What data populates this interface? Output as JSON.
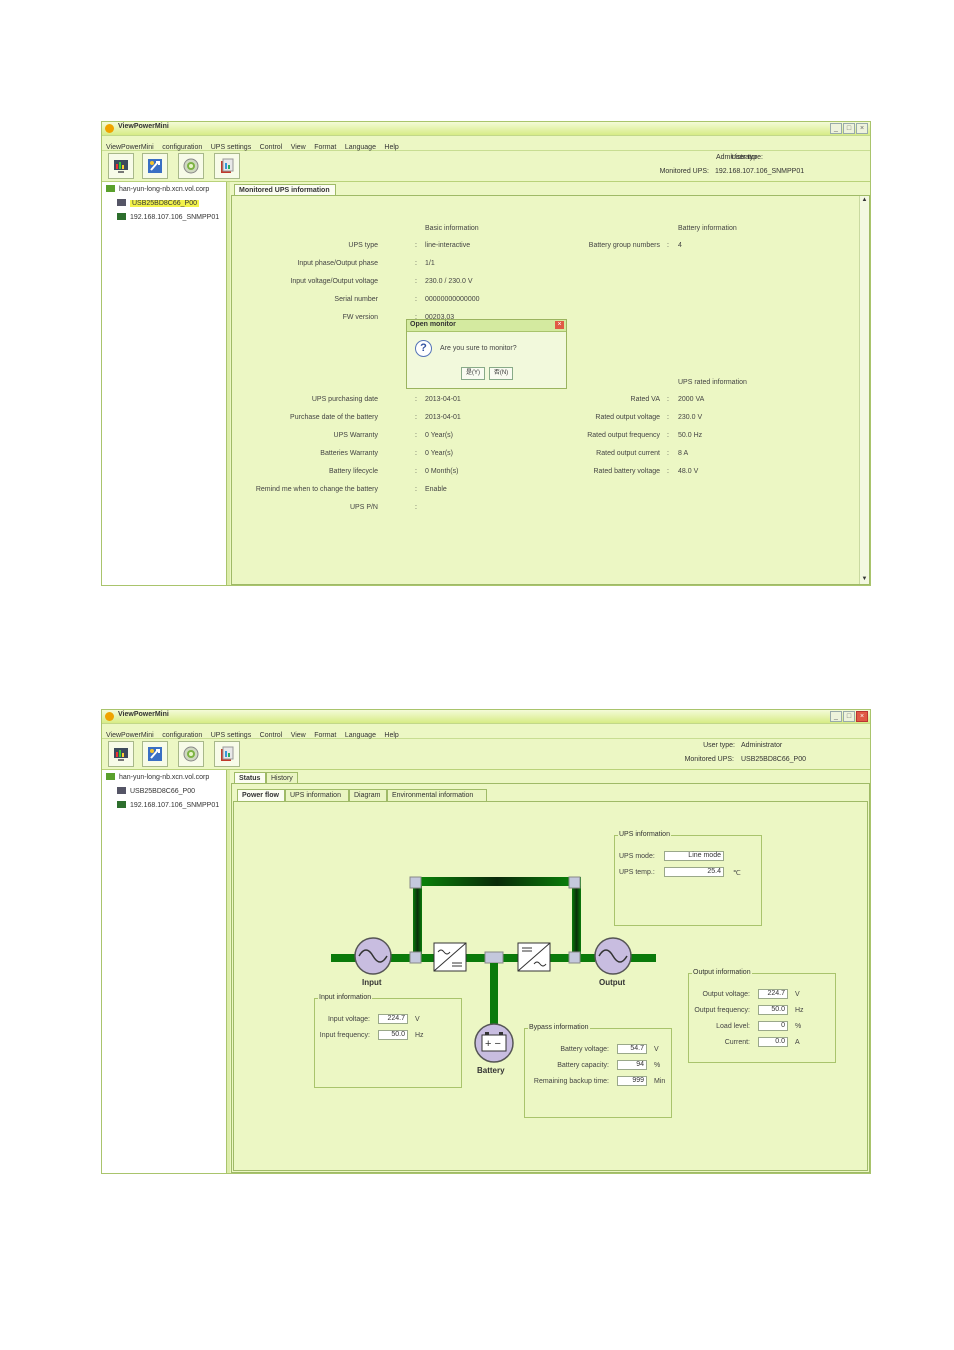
{
  "window": {
    "title": "ViewPowerMini",
    "menu": [
      "ViewPowerMini",
      "configuration",
      "UPS settings",
      "Control",
      "View",
      "Format",
      "Language",
      "Help"
    ]
  },
  "toolbar_icons": [
    "monitor-icon",
    "settings-icon",
    "control-icon",
    "data-icon"
  ],
  "screen1": {
    "user_type_label": "User type:",
    "user_type_value": "Administrator",
    "monitored_label": "Monitored UPS:",
    "monitored_value": "192.168.107.106_SNMPP01",
    "tree": {
      "host": "han-yun-long-nb.xcn.vol.corp",
      "items": [
        "USB25BD8C66_P00",
        "192.168.107.106_SNMPP01"
      ]
    },
    "tab": "Monitored UPS information",
    "basic_heading": "Basic information",
    "battery_heading": "Battery information",
    "rated_heading": "UPS rated information",
    "basic_rows": [
      {
        "label": "UPS type",
        "value": "line-interactive"
      },
      {
        "label": "Input phase/Output phase",
        "value": "1/1"
      },
      {
        "label": "Input voltage/Output voltage",
        "value": "230.0 / 230.0  V"
      },
      {
        "label": "Serial number",
        "value": "00000000000000"
      },
      {
        "label": "FW version",
        "value": "00203.03"
      }
    ],
    "purchase_rows": [
      {
        "label": "UPS purchasing date",
        "value": "2013-04-01"
      },
      {
        "label": "Purchase date of the battery",
        "value": "2013-04-01"
      },
      {
        "label": "UPS Warranty",
        "value": "0  Year(s)"
      },
      {
        "label": "Batteries Warranty",
        "value": "0  Year(s)"
      },
      {
        "label": "Battery lifecycle",
        "value": "0  Month(s)"
      },
      {
        "label": "Remind me when to change the battery",
        "value": "Enable"
      },
      {
        "label": "UPS P/N",
        "value": ""
      }
    ],
    "battery_rows": [
      {
        "label": "Battery group numbers",
        "value": "4"
      }
    ],
    "rated_rows": [
      {
        "label": "Rated VA",
        "value": "2000  VA"
      },
      {
        "label": "Rated output voltage",
        "value": "230.0  V"
      },
      {
        "label": "Rated output frequency",
        "value": "50.0  Hz"
      },
      {
        "label": "Rated output current",
        "value": "8  A"
      },
      {
        "label": "Rated battery voltage",
        "value": "48.0  V"
      }
    ],
    "dialog": {
      "title": "Open monitor",
      "message": "Are you sure to monitor?",
      "yes": "是(Y)",
      "no": "否(N)"
    }
  },
  "screen2": {
    "user_type_label": "User type:",
    "user_type_value": "Administrator",
    "monitored_label": "Monitored UPS:",
    "monitored_value": "USB25BD8C66_P00",
    "tree": {
      "host": "han-yun-long-nb.xcn.vol.corp",
      "items": [
        "USB25BD8C66_P00",
        "192.168.107.106_SNMPP01"
      ]
    },
    "top_tabs": [
      "Status",
      "History"
    ],
    "sub_tabs": [
      "Power flow",
      "UPS information",
      "Diagram",
      "Environmental information"
    ],
    "diagram": {
      "input": "Input",
      "output": "Output",
      "battery": "Battery"
    },
    "ups_info": {
      "title": "UPS information",
      "mode_label": "UPS mode:",
      "mode_value": "Line mode",
      "temp_label": "UPS temp.:",
      "temp_value": "25.4",
      "temp_unit": "℃"
    },
    "input_info": {
      "title": "Input information",
      "rows": [
        {
          "label": "Input voltage:",
          "value": "224.7",
          "unit": "V"
        },
        {
          "label": "Input frequency:",
          "value": "50.0",
          "unit": "Hz"
        }
      ]
    },
    "bypass_info": {
      "title": "Bypass information",
      "rows": [
        {
          "label": "Battery voltage:",
          "value": "54.7",
          "unit": "V"
        },
        {
          "label": "Battery capacity:",
          "value": "94",
          "unit": "%"
        },
        {
          "label": "Remaining backup time:",
          "value": "999",
          "unit": "Min"
        }
      ]
    },
    "output_info": {
      "title": "Output information",
      "rows": [
        {
          "label": "Output voltage:",
          "value": "224.7",
          "unit": "V"
        },
        {
          "label": "Output frequency:",
          "value": "50.0",
          "unit": "Hz"
        },
        {
          "label": "Load level:",
          "value": "0",
          "unit": "%"
        },
        {
          "label": "Current:",
          "value": "0.0",
          "unit": "A"
        }
      ]
    }
  }
}
